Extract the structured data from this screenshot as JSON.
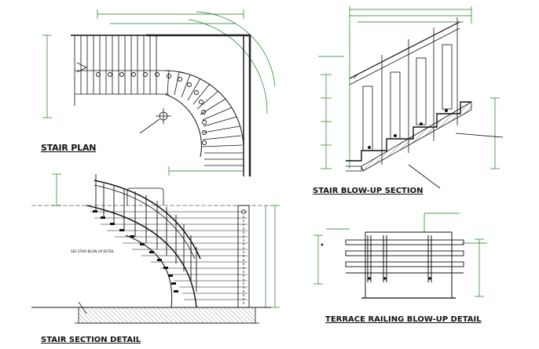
{
  "drawings": {
    "stair_plan": {
      "title": "STAIR PLAN"
    },
    "blow_up_section": {
      "title": "STAIR BLOW-UP SECTION"
    },
    "section_detail": {
      "title": "STAIR SECTION DETAIL",
      "callout": "SEE STAIR BLOW-UP DETAIL"
    },
    "terrace_railing": {
      "title": "TERRACE RAILING BLOW-UP DETAIL"
    }
  },
  "colors": {
    "linework": "#111111",
    "dimension": "#1a7a1a",
    "hatch": "#444444"
  }
}
